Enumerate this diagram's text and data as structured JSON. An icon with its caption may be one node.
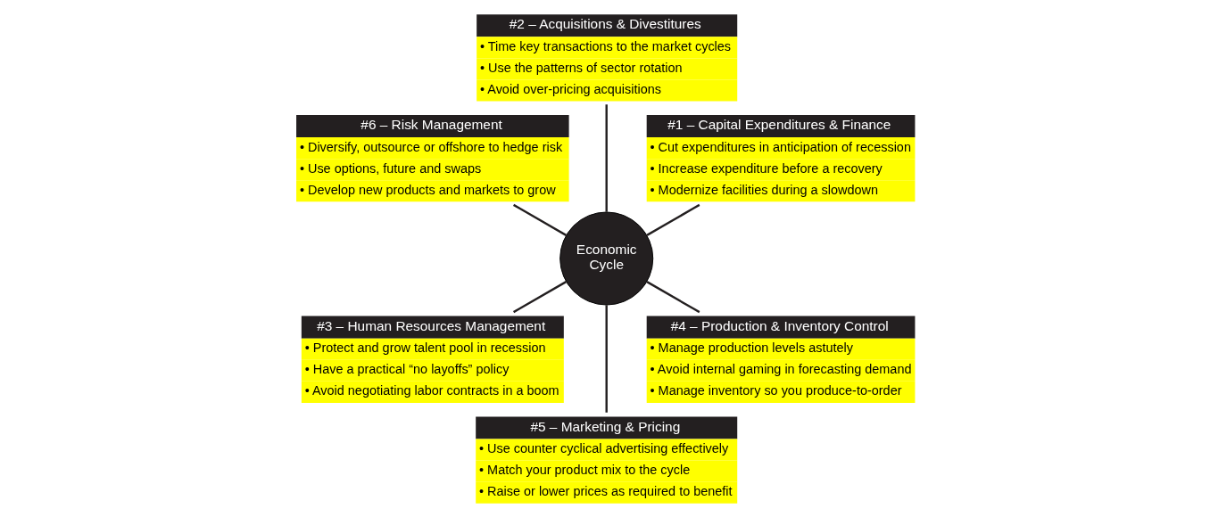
{
  "diagram": {
    "nodes": [
      {
        "text": [
          "#1 – Capital Expenditures & Finance",
          "• Cut expenditures in anticipation of recession",
          "• Increase expenditure before a recovery",
          "• Modernize facilities during a slowdown"
        ]
      },
      {
        "text": [
          "#2 – Acquisitions & Divestitures",
          "• Time key transactions to the market cycles",
          "• Use the patterns of sector rotation",
          "• Avoid over-pricing acquisitions"
        ]
      },
      {
        "text": [
          "#6 – Risk Management",
          "• Diversify, outsource or offshore to hedge risk",
          "• Use options, future and swaps",
          "• Develop new products and markets to grow"
        ]
      },
      {
        "text": [
          "Economic Cycle"
        ]
      },
      {
        "text": [
          "#3 – Human Resources Management",
          "• Protect and grow talent pool in recession",
          "• Have a practical “no layoffs” policy",
          "• Avoid negotiating labor contracts in a boom"
        ]
      },
      {
        "text": [
          "#5 – Marketing & Pricing",
          "• Use counter cyclical advertising effectively",
          "• Match your product mix to the cycle",
          "• Raise or lower prices as required to benefit"
        ]
      },
      {
        "text": [
          "#4 – Production & Inventory Control",
          "• Manage production levels astutely",
          "• Avoid internal gaming in forecasting demand",
          "• Manage inventory so you produce-to-order"
        ]
      }
    ],
    "edges": [
      {
        "from": 3,
        "to": 0,
        "arrow": "none"
      },
      {
        "from": 3,
        "to": 1,
        "arrow": "none"
      },
      {
        "from": 3,
        "to": 4,
        "arrow": "none"
      },
      {
        "from": 3,
        "to": 6,
        "arrow": "none"
      },
      {
        "from": 3,
        "to": 5,
        "arrow": "none"
      },
      {
        "from": 3,
        "to": 2,
        "arrow": "none"
      }
    ]
  }
}
